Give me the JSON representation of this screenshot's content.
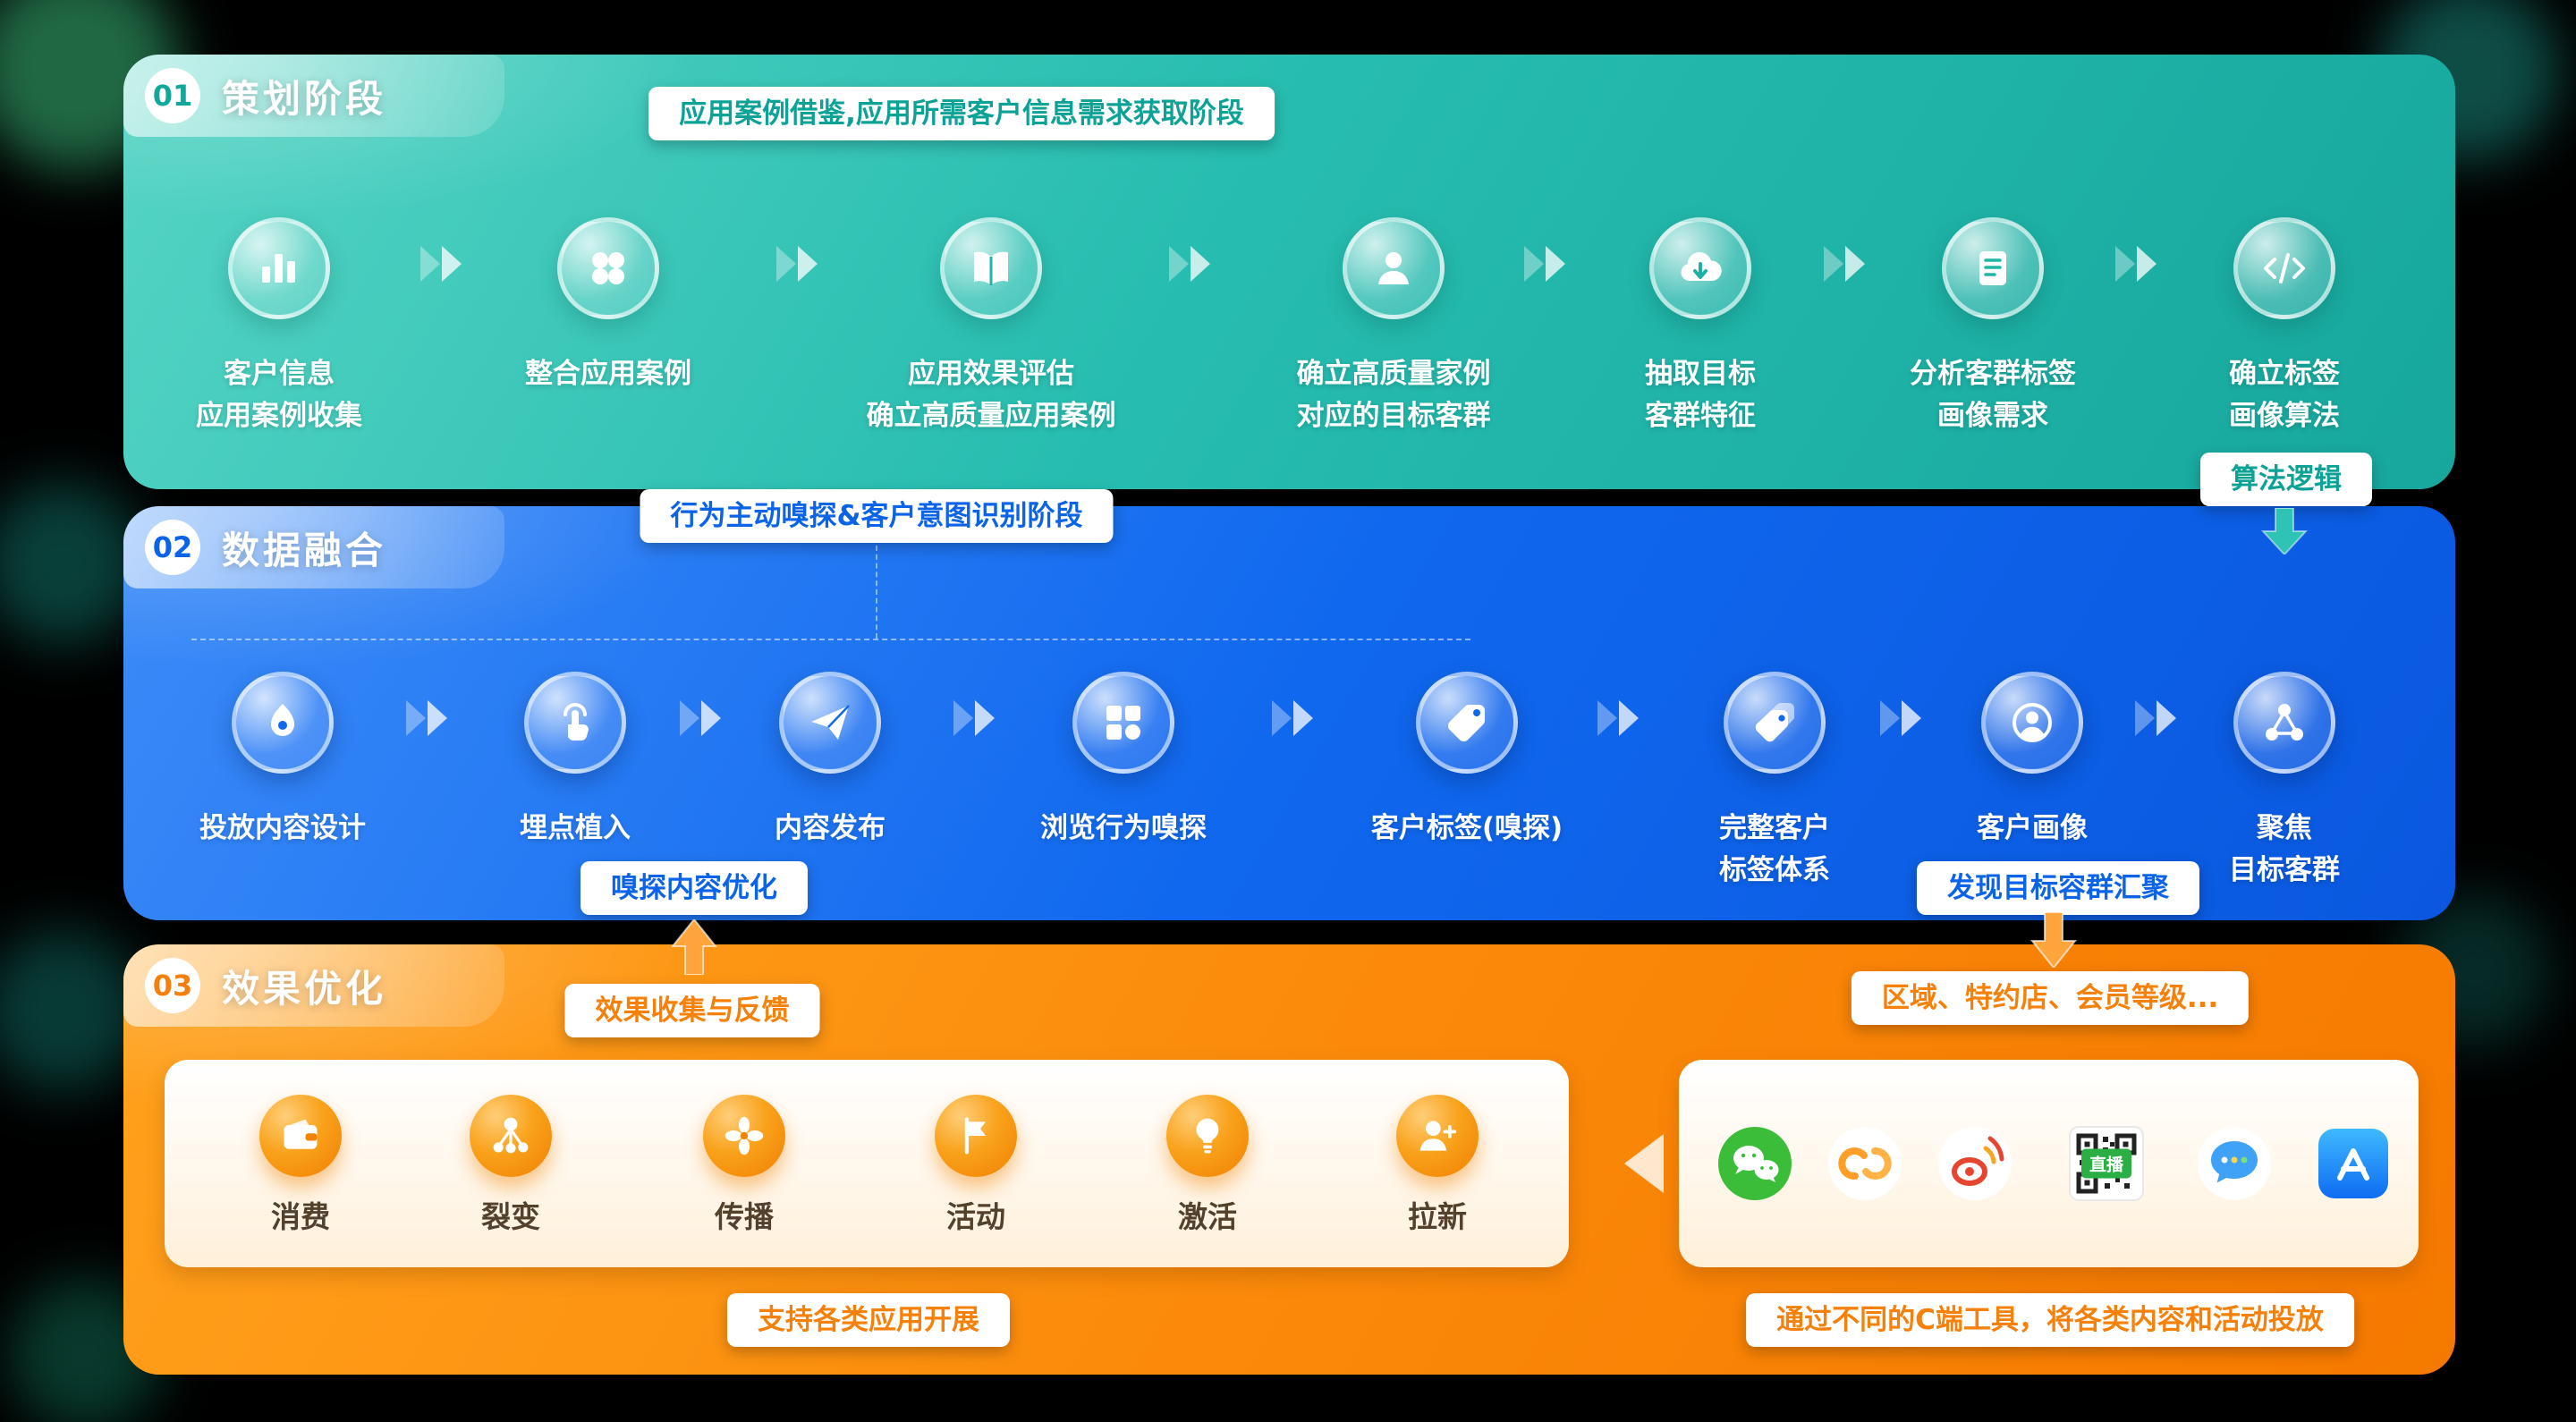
{
  "colors": {
    "phase1": "#1FB5A9",
    "phase2": "#0B63E8",
    "phase3": "#F98200"
  },
  "phases": [
    {
      "number": "01",
      "title": "策划阶段",
      "banner": "应用案例借鉴,应用所需客户信息需求获取阶段",
      "steps": [
        {
          "icon": "bar-chart-icon",
          "label": "客户信息\n应用案例收集"
        },
        {
          "icon": "grid-dots-icon",
          "label": "整合应用案例"
        },
        {
          "icon": "open-book-icon",
          "label": "应用效果评估\n确立高质量应用案例"
        },
        {
          "icon": "person-icon",
          "label": "确立高质量家例\n对应的目标客群"
        },
        {
          "icon": "cloud-download-icon",
          "label": "抽取目标\n客群特征"
        },
        {
          "icon": "document-list-icon",
          "label": "分析客群标签\n画像需求"
        },
        {
          "icon": "code-icon",
          "label": "确立标签\n画像算法"
        }
      ],
      "algorithm_tag": "算法逻辑"
    },
    {
      "number": "02",
      "title": "数据融合",
      "banner": "行为主动嗅探&客户意图识别阶段",
      "steps": [
        {
          "icon": "pen-icon",
          "label": "投放内容设计"
        },
        {
          "icon": "tap-icon",
          "label": "埋点植入"
        },
        {
          "icon": "send-icon",
          "label": "内容发布"
        },
        {
          "icon": "browse-grid-icon",
          "label": "浏览行为嗅探"
        },
        {
          "icon": "tag-icon",
          "label": "客户标签(嗅探)"
        },
        {
          "icon": "tags-icon",
          "label": "完整客户\n标签体系"
        },
        {
          "icon": "profile-icon",
          "label": "客户画像"
        },
        {
          "icon": "network-icon",
          "label": "聚焦\n目标客群"
        }
      ],
      "optimize_tag": "嗅探内容优化",
      "converge_tag": "发现目标容群汇聚"
    },
    {
      "number": "03",
      "title": "效果优化",
      "feedback_tag": "效果收集与反馈",
      "region_tag": "区域、特约店、会员等级...",
      "activities": [
        {
          "icon": "wallet-icon",
          "label": "消费"
        },
        {
          "icon": "fission-icon",
          "label": "裂变"
        },
        {
          "icon": "fan-icon",
          "label": "传播"
        },
        {
          "icon": "flag-icon",
          "label": "活动"
        },
        {
          "icon": "bulb-icon",
          "label": "激活"
        },
        {
          "icon": "user-plus-icon",
          "label": "拉新"
        }
      ],
      "tools": [
        {
          "icon": "wechat-icon"
        },
        {
          "icon": "wechat-channels-icon"
        },
        {
          "icon": "weibo-icon"
        },
        {
          "icon": "live-qr-icon",
          "label": "直播"
        },
        {
          "icon": "chat-app-icon"
        },
        {
          "icon": "appstore-icon"
        }
      ],
      "support_tag": "支持各类应用开展",
      "tools_tag": "通过不同的C端工具，将各类内容和活动投放"
    }
  ]
}
